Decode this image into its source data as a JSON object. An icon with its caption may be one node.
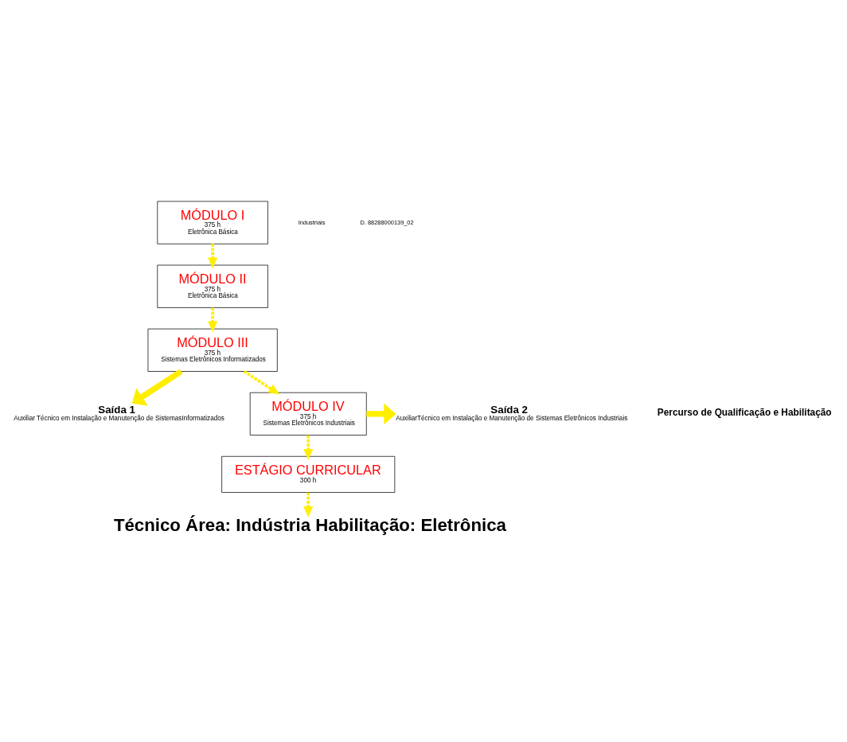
{
  "diagram": {
    "nodes": [
      {
        "text": [
          "MÓDULO I",
          "375 h",
          "Eletrônica Básica"
        ]
      },
      {
        "text": [
          "MÓDULO II",
          "375 h",
          "Eletrônica Básica"
        ]
      },
      {
        "text": [
          "MÓDULO III",
          "375 h",
          "Sistemas Eletrônicos Informatizados"
        ]
      },
      {
        "text": [
          "Saída 1",
          "Auxiliar Técnico em Instalação e Manutenção de SistemasInformatizados"
        ]
      },
      {
        "text": [
          "MÓDULO IV",
          "375 h",
          "Sistemas Eletrônicos Industriais"
        ]
      },
      {
        "text": [
          "Saída 2",
          "AuxiliarTécnico em Instalação e Manutenção de Sistemas Eletrônicos Industriais"
        ]
      },
      {
        "text": [
          "ESTÁGIO CURRICULAR",
          "300 h"
        ]
      },
      {
        "text": [
          "Técnico Área: Indústria Habilitação: Eletrônica"
        ]
      }
    ],
    "edges": [
      {
        "from": 0,
        "to": 1,
        "arrow": "to",
        "style": "dashed"
      },
      {
        "from": 1,
        "to": 2,
        "arrow": "to",
        "style": "dashed"
      },
      {
        "from": 2,
        "to": 3,
        "arrow": "to",
        "style": "thick"
      },
      {
        "from": 2,
        "to": 4,
        "arrow": "to",
        "style": "dashed"
      },
      {
        "from": 4,
        "to": 5,
        "arrow": "to",
        "style": "thick"
      },
      {
        "from": 4,
        "to": 6,
        "arrow": "to",
        "style": "dashed"
      },
      {
        "from": 6,
        "to": 7,
        "arrow": "to",
        "style": "dashed"
      }
    ],
    "labels": [
      "Percurso de Qualificação e Habilitação",
      "Industriais",
      "D. 88288000139_02"
    ]
  }
}
